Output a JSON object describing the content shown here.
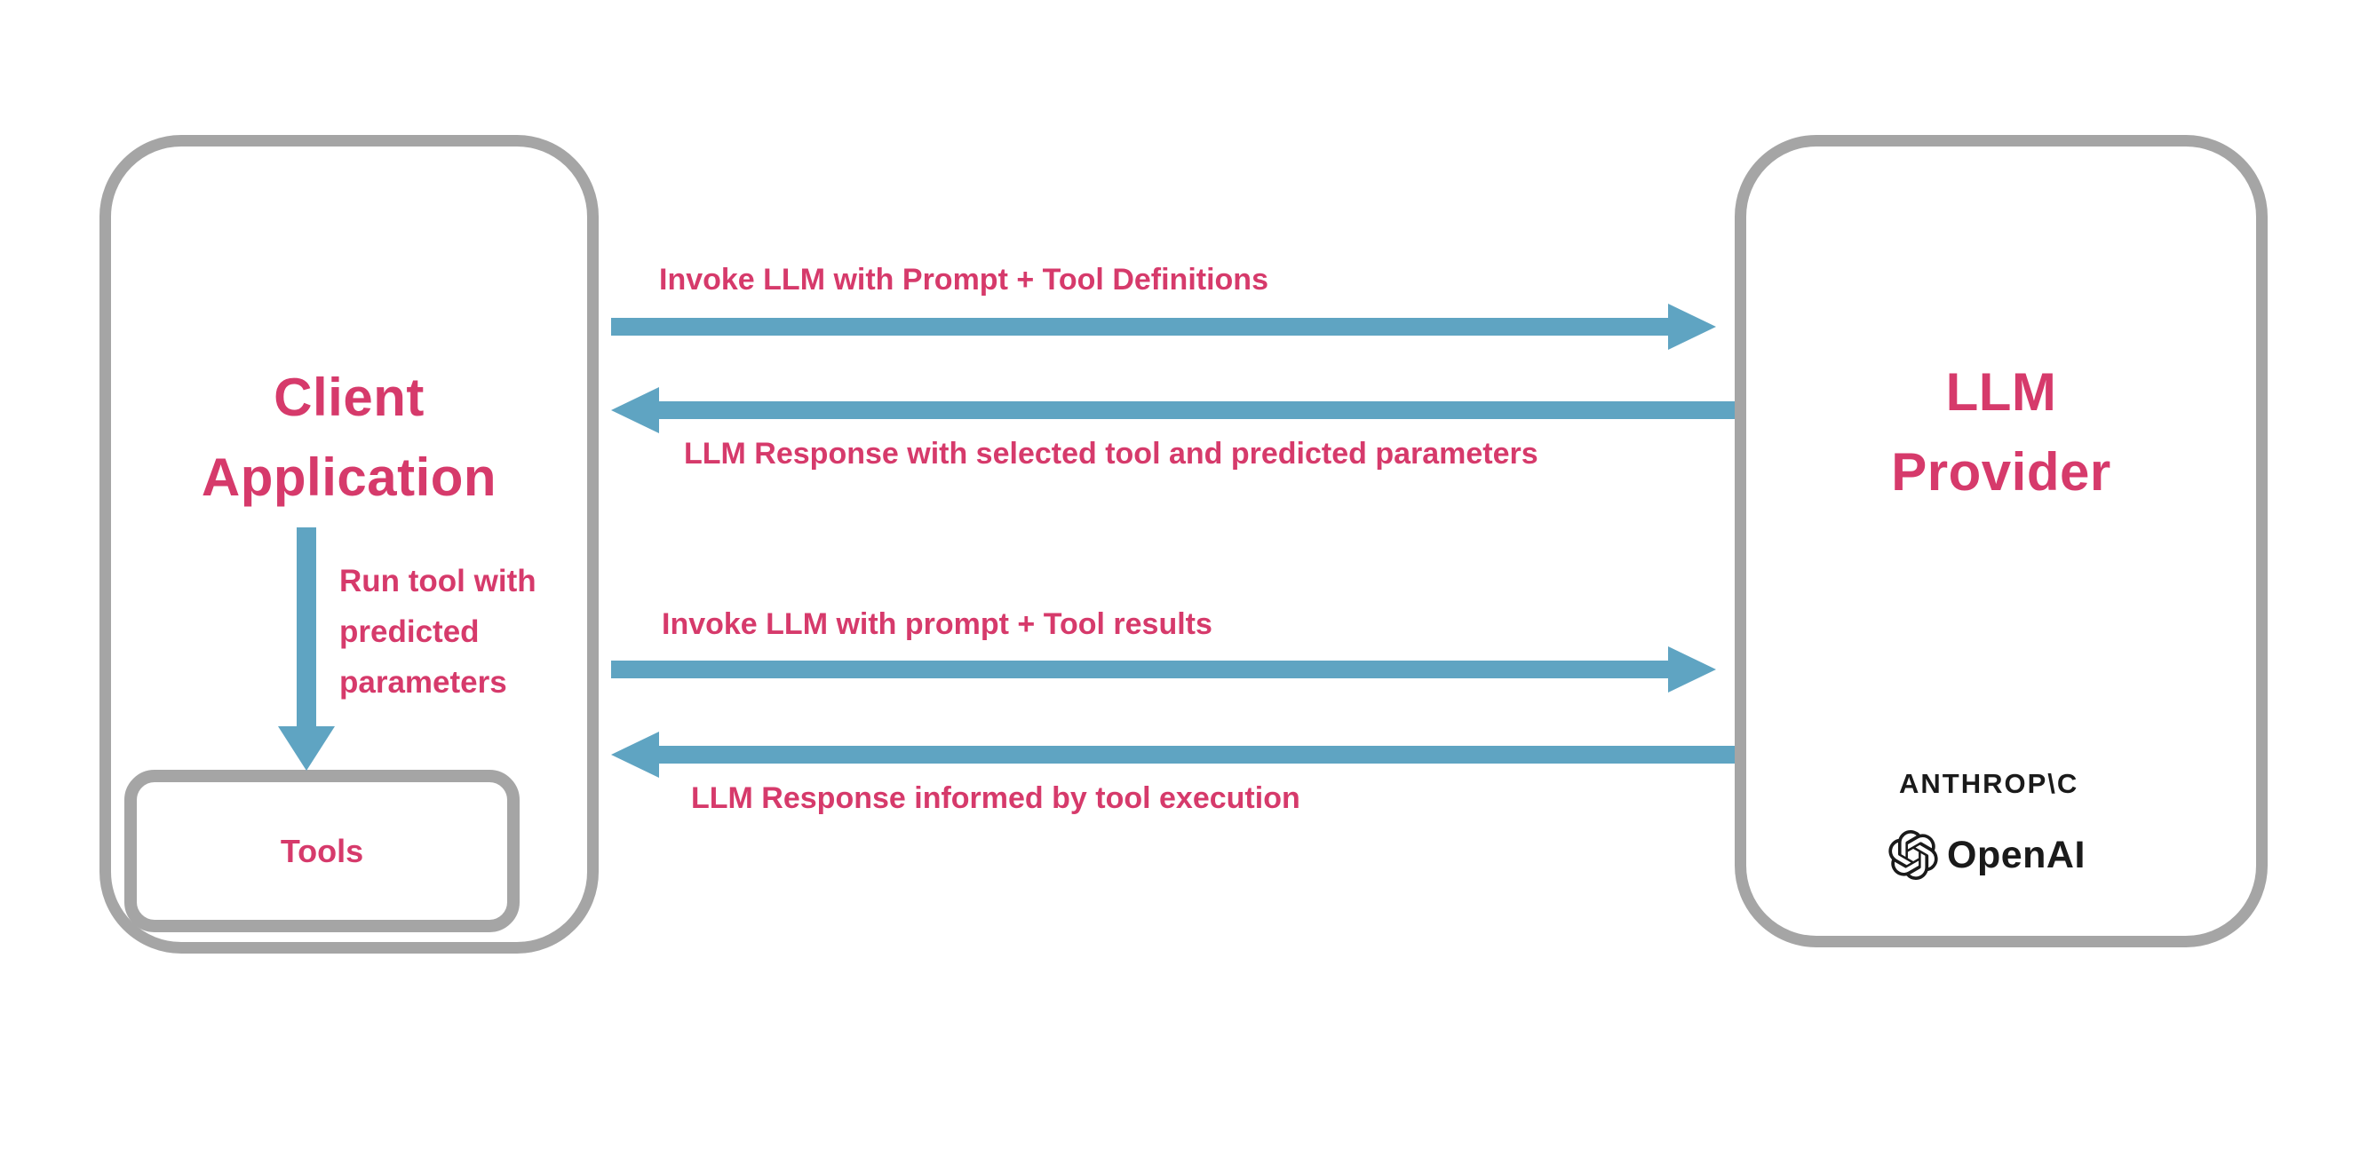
{
  "colors": {
    "accent_pink": "#d63a6b",
    "arrow_blue": "#5fa4c2",
    "box_border_gray": "#a5a5a5",
    "logo_black": "#1a1a1a"
  },
  "client_box": {
    "title": "Client\nApplication",
    "tools_label": "Tools"
  },
  "provider_box": {
    "title": "LLM\nProvider",
    "logos": {
      "anthropic": "ANTHROP\\C",
      "openai": "OpenAI",
      "openai_icon": "openai-flower-icon"
    }
  },
  "flows": [
    {
      "label": "Invoke LLM with Prompt + Tool Definitions",
      "direction": "right"
    },
    {
      "label": "LLM Response with selected tool and predicted parameters",
      "direction": "left"
    },
    {
      "label": "Invoke LLM with prompt + Tool results",
      "direction": "right"
    },
    {
      "label": "LLM Response informed by tool execution",
      "direction": "left"
    }
  ],
  "tool_run": {
    "label": "Run tool with\npredicted\nparameters"
  }
}
